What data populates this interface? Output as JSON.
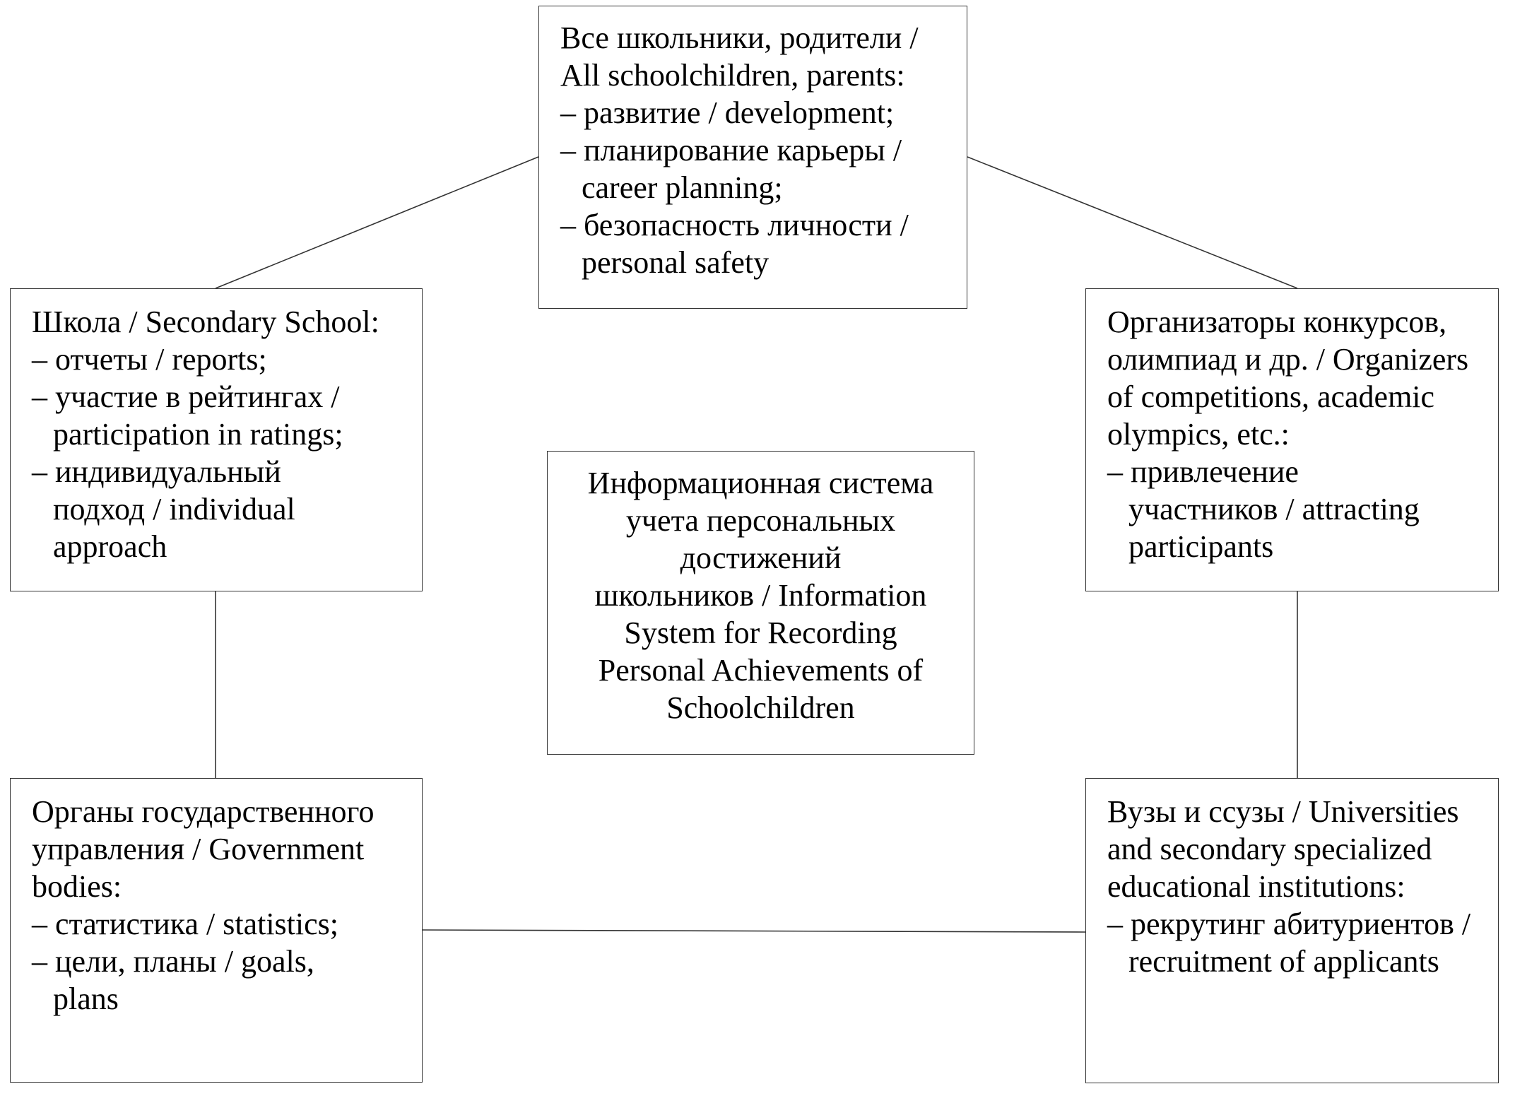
{
  "boxes": {
    "top": {
      "heading": "Все школьники, родители /\nAll schoolchildren, parents:",
      "items": [
        "– развитие / development;",
        "– планирование карьеры /\ncareer planning;",
        "– безопасность личности /\npersonal safety"
      ]
    },
    "school": {
      "heading": "Школа / Secondary School:",
      "items": [
        "– отчеты / reports;",
        "– участие в рейтингах /\nparticipation in ratings;",
        "– индивидуальный\nподход / individual\napproach"
      ]
    },
    "organizers": {
      "heading": "Организаторы конкурсов,\nолимпиад и др. / Organizers\nof competitions, academic\nolympics, etc.:",
      "items": [
        "– привлечение\nучастников / attracting\nparticipants"
      ]
    },
    "center": {
      "heading": "Информационная система\nучета персональных\nдостижений\nшкольников / Information\nSystem for Recording\nPersonal Achievements of\nSchoolchildren"
    },
    "government": {
      "heading": "Органы государственного\nуправления / Government\nbodies:",
      "items": [
        "– статистика / statistics;",
        "– цели, планы / goals,\nplans"
      ]
    },
    "universities": {
      "heading": "Вузы и ссузы / Universities\nand secondary specialized\neducational institutions:",
      "items": [
        "– рекрутинг абитуриентов /\nrecruitment of applicants"
      ]
    }
  }
}
